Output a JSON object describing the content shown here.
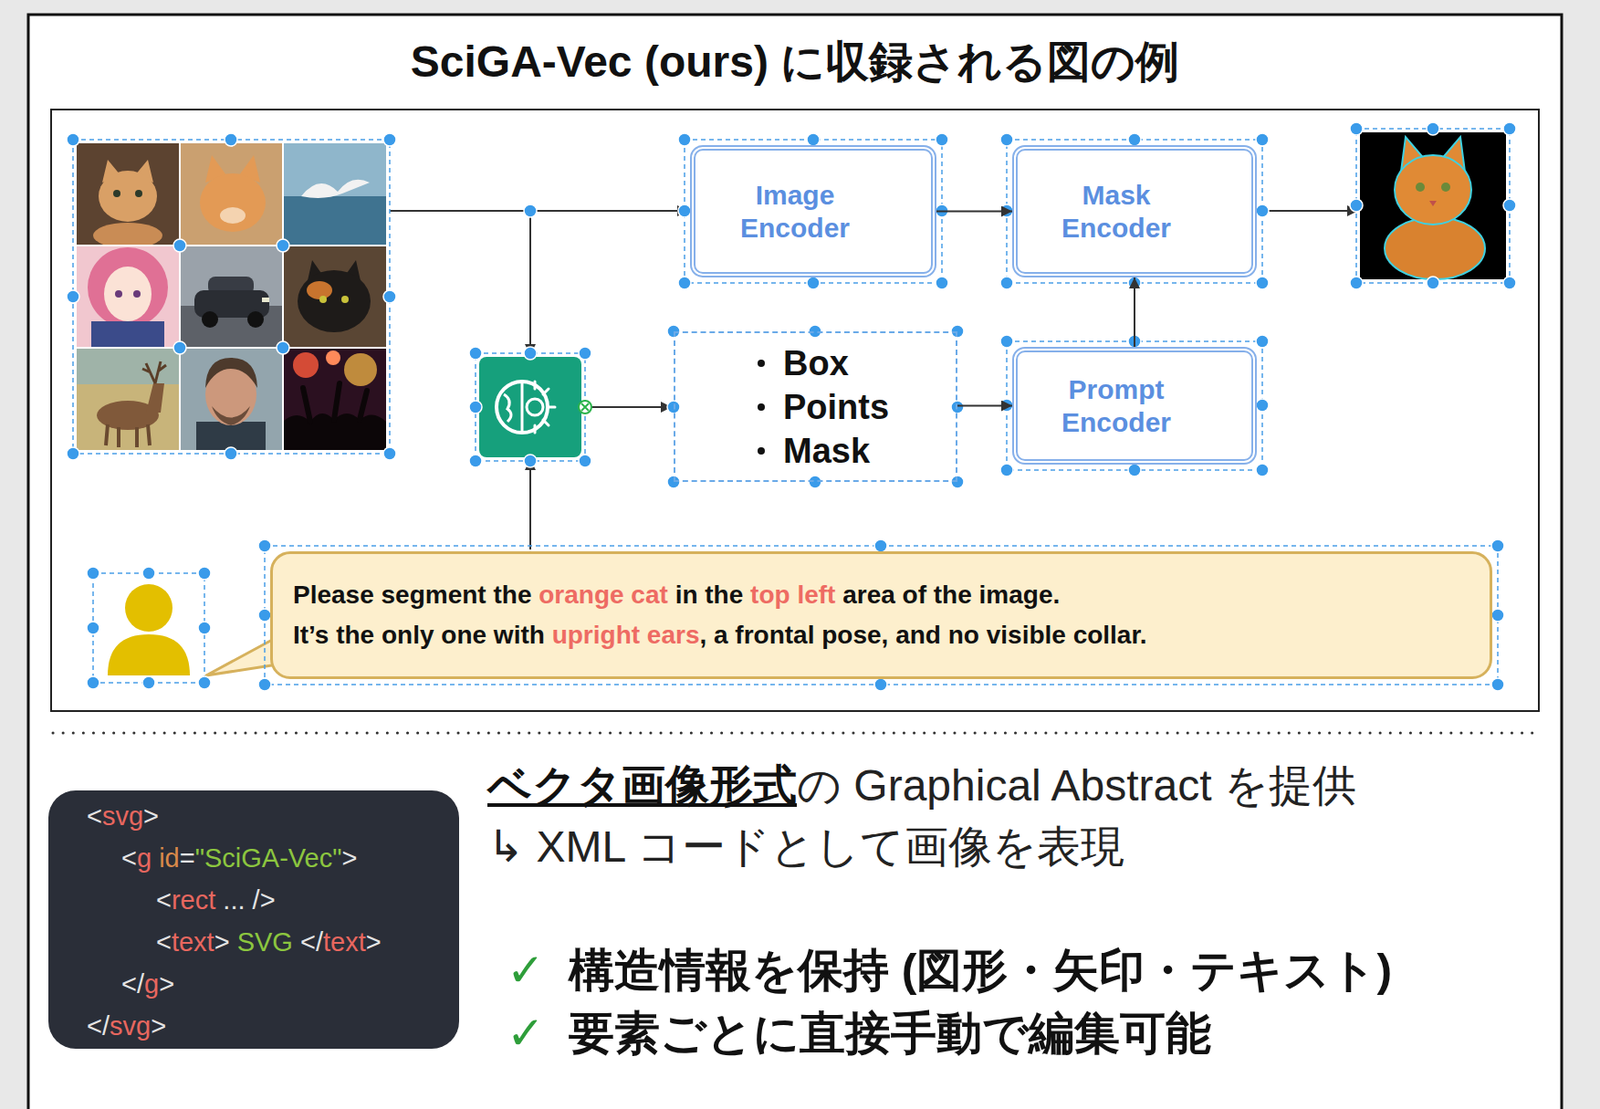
{
  "diagram": {
    "title": "SciGA-Vec (ours) に収録される図の例",
    "nodes": [
      {
        "text": [
          "Image Encoder"
        ]
      },
      {
        "text": [
          "Mask Encoder"
        ]
      },
      {
        "text": [
          "Box",
          "Points",
          "Mask"
        ]
      },
      {
        "text": [
          "Prompt Encoder"
        ]
      },
      {
        "text": [
          "Please segment the",
          "orange cat",
          "in the",
          "top left",
          "area of the image.",
          "It’s the only one with",
          "upright ears",
          ", a frontal pose, and no visible collar."
        ]
      },
      {
        "text": [
          "<",
          "svg",
          ">",
          "<",
          "g",
          "id",
          "=",
          "\"SciGA-Vec\"",
          ">",
          "<",
          "rect",
          "... />",
          "<",
          "text",
          ">",
          "SVG",
          "</",
          "text",
          ">",
          "</",
          "g",
          ">",
          "</",
          "svg",
          ">"
        ]
      }
    ],
    "edges": [
      {
        "from": 0,
        "to": 1,
        "arrow": "to"
      },
      {
        "from": 2,
        "to": 3,
        "arrow": "to"
      },
      {
        "from": 3,
        "to": 1,
        "arrow": "to"
      }
    ],
    "labels": [
      "ベクタ画像形式",
      "の Graphical Abstract を提供",
      "↳ XML コードとして画像を表現",
      "✓",
      "構造情報を保持 (図形・矢印・テキスト)",
      "✓",
      "要素ごとに直接手動で編集可能"
    ]
  }
}
